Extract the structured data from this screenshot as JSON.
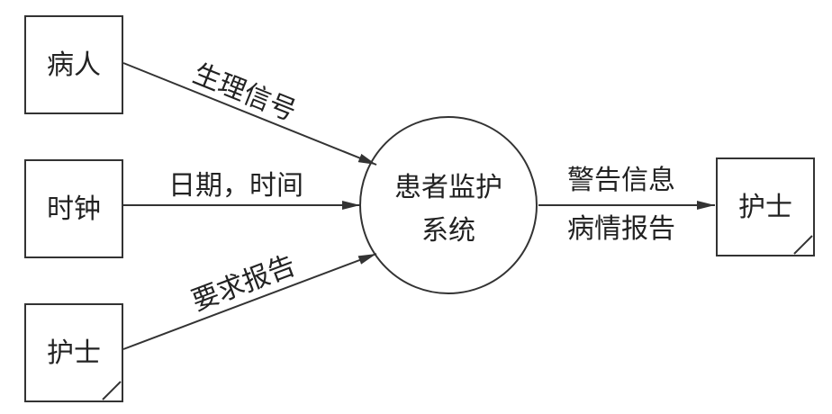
{
  "entities": {
    "patient": "病人",
    "clock": "时钟",
    "nurse_left": "护士",
    "nurse_right": "护士"
  },
  "process": {
    "line1": "患者监护",
    "line2": "系统"
  },
  "flows": {
    "vital_signs": "生理信号",
    "date_time": "日期，时间",
    "request_report": "要求报告",
    "output_line1": "警告信息",
    "output_line2": "病情报告"
  }
}
